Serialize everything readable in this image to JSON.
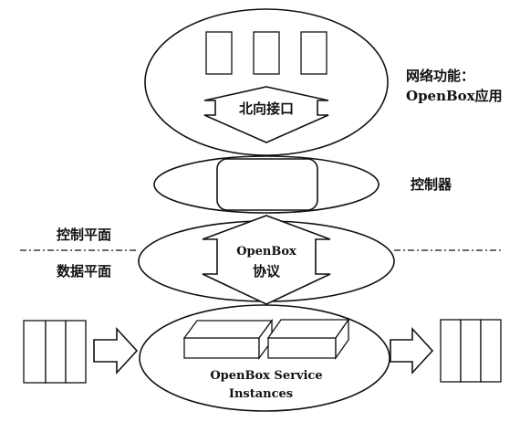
{
  "labels": {
    "northbound_interface": "北向接口",
    "network_function_line1": "网络功能：",
    "network_function_line2": "OpenBox应用",
    "controller": "控制器",
    "control_plane": "控制平面",
    "data_plane": "数据平面",
    "protocol_line1": "OpenBox",
    "protocol_line2": "协议",
    "service_instances_line1": "OpenBox Service",
    "service_instances_line2": "Instances"
  },
  "colors": {
    "stroke": "#111111",
    "fill": "#ffffff",
    "background": "#ffffff"
  }
}
